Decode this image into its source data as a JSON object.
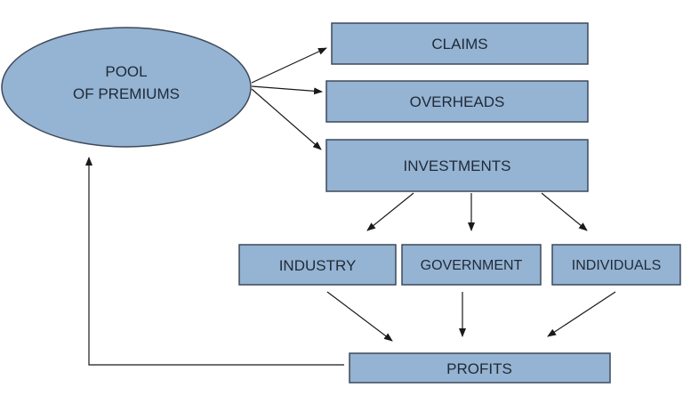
{
  "diagram": {
    "title": "",
    "colors": {
      "node_fill": "#95b3d3",
      "node_stroke": "#3d4a5a",
      "edge": "#1a1a1a",
      "text": "#1f2a36"
    },
    "nodes": {
      "pool": {
        "label_line1": "POOL",
        "label_line2": "OF PREMIUMS",
        "shape": "ellipse"
      },
      "claims": {
        "label": "CLAIMS"
      },
      "overheads": {
        "label": "OVERHEADS"
      },
      "investments": {
        "label": "INVESTMENTS"
      },
      "industry": {
        "label": "INDUSTRY"
      },
      "government": {
        "label": "GOVERNMENT"
      },
      "individuals": {
        "label": "INDIVIDUALS"
      },
      "profits": {
        "label": "PROFITS"
      }
    },
    "edges": [
      {
        "from": "pool",
        "to": "claims"
      },
      {
        "from": "pool",
        "to": "overheads"
      },
      {
        "from": "pool",
        "to": "investments"
      },
      {
        "from": "investments",
        "to": "industry"
      },
      {
        "from": "investments",
        "to": "government"
      },
      {
        "from": "investments",
        "to": "individuals"
      },
      {
        "from": "industry",
        "to": "profits"
      },
      {
        "from": "government",
        "to": "profits"
      },
      {
        "from": "individuals",
        "to": "profits"
      },
      {
        "from": "profits",
        "to": "pool"
      }
    ]
  }
}
